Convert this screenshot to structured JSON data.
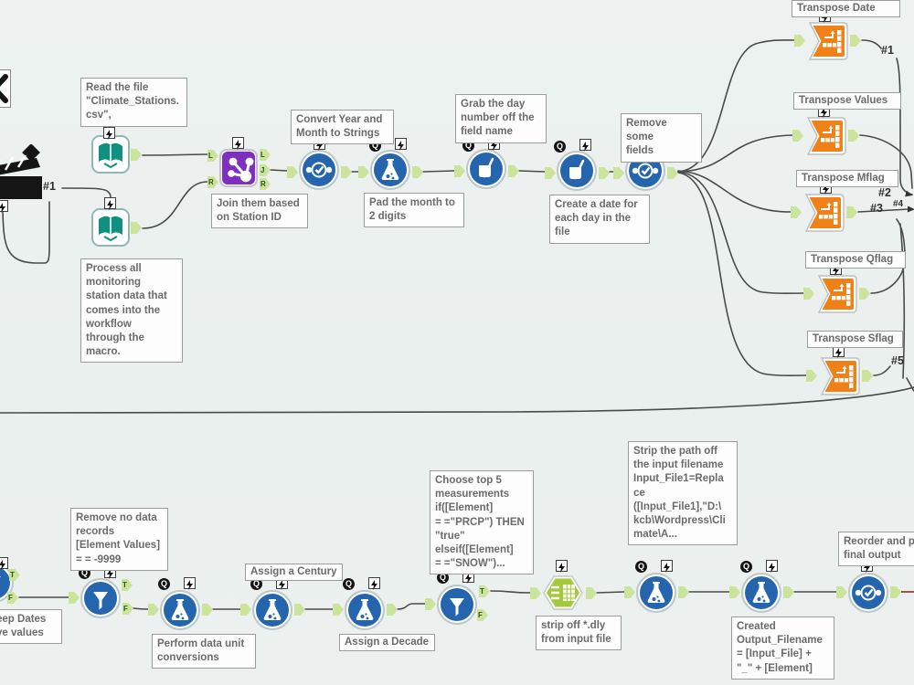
{
  "palette": {
    "canvas_bg": "#ecf1ef",
    "wire": "#4a4a4a",
    "error_wire": "#a0524a",
    "tool_blue": "#2565ae",
    "tool_teal": "#0f9180",
    "tool_purple": "#7d2fc0",
    "tool_orange": "#f08119",
    "tool_lime": "#a4c93c",
    "anchor_green": "#cbe49c"
  },
  "anchors": {
    "t": "T",
    "f": "F",
    "l": "L",
    "r": "R",
    "j": "J"
  },
  "icons": {
    "q": "Q"
  },
  "wire_labels": {
    "w1_left": "#1",
    "w1_right": "#1",
    "w2": "#2",
    "w3": "#3",
    "w4": "#4",
    "w5": "#5"
  },
  "annotations": [
    {
      "text": "Read the file\n\"Climate_Stations.\ncsv\","
    },
    {
      "text": "Process all\nmonitoring\nstation data that\ncomes into the\nworkflow\nthrough the\nmacro."
    },
    {
      "text": "Join them based\non Station ID"
    },
    {
      "text": "Convert Year and\nMonth to Strings"
    },
    {
      "text": "Pad the month to\n2 digits"
    },
    {
      "text": "Grab the day\nnumber off the\nfield name"
    },
    {
      "text": "Create a date for\neach day in the\nfile"
    },
    {
      "text": "Remove some\nfields"
    },
    {
      "text": "Transpose Date"
    },
    {
      "text": "Transpose Values"
    },
    {
      "text": "Transpose Mflag"
    },
    {
      "text": "Transpose Qflag"
    },
    {
      "text": "Transpose Sflag"
    },
    {
      "text": "Remove no data\nrecords\n[Element Values]\n= = -9999"
    },
    {
      "text": "eep Dates\nve values"
    },
    {
      "text": "Perform data unit\nconversions"
    },
    {
      "text": "Assign a Century"
    },
    {
      "text": "Assign a Decade"
    },
    {
      "text": "Choose top 5\nmeasurements\nif([Element]\n= =\"PRCP\") THEN\n \"true\"\nelseif([Element]\n= =\"SNOW\")..."
    },
    {
      "text": "strip off *.dly\nfrom input file"
    },
    {
      "text": "Strip the path off\nthe input filename\nInput_File1=Repla\nce\n([Input_File1],\"D:\\\nkcb\\Wordpress\\Cli\nmate\\A..."
    },
    {
      "text": "Created\nOutput_Filename\n= [Input_File] +\n\"_\" + [Element]"
    },
    {
      "text": "Reorder and p\nfinal output"
    }
  ]
}
